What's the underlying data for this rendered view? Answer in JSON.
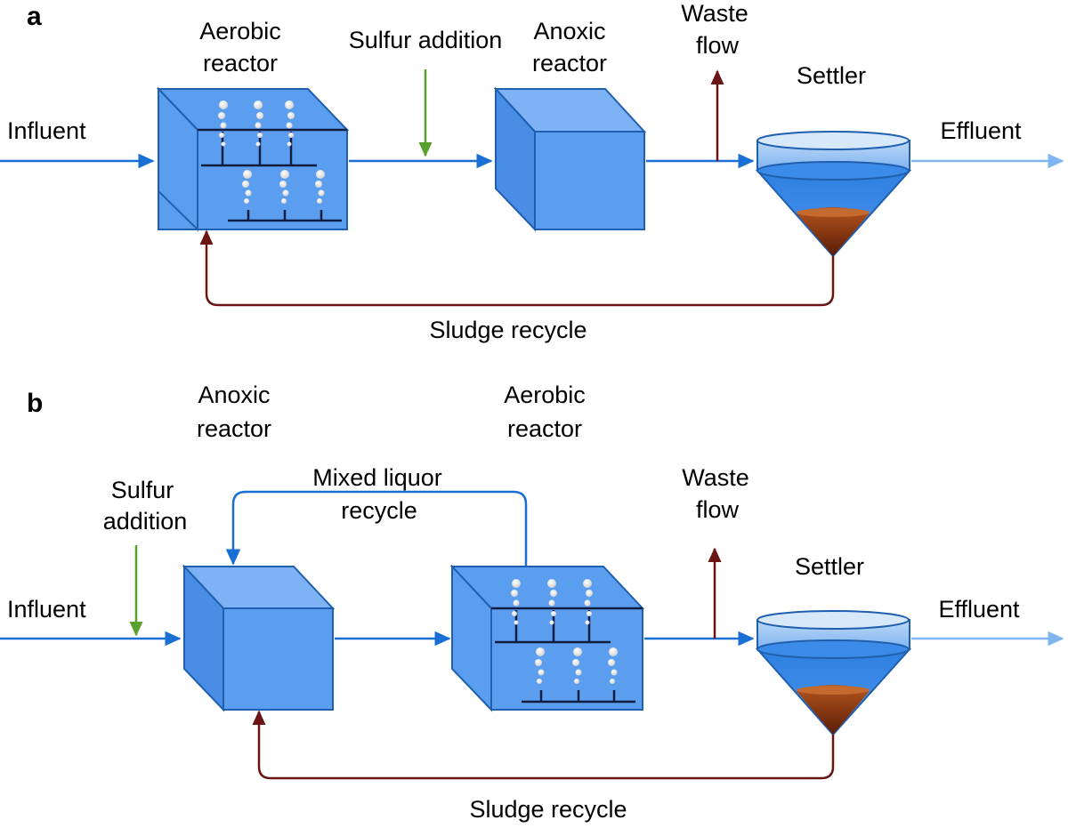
{
  "panel_a": {
    "label": "a",
    "influent": "Influent",
    "aerobic_reactor": [
      "Aerobic",
      "reactor"
    ],
    "sulfur_addition": "Sulfur addition",
    "anoxic_reactor": [
      "Anoxic",
      "reactor"
    ],
    "waste_flow": [
      "Waste",
      "flow"
    ],
    "settler": "Settler",
    "effluent": "Effluent",
    "sludge_recycle": "Sludge recycle"
  },
  "panel_b": {
    "label": "b",
    "influent": "Influent",
    "anoxic_reactor": [
      "Anoxic",
      "reactor"
    ],
    "aerobic_reactor": [
      "Aerobic",
      "reactor"
    ],
    "sulfur_addition": [
      "Sulfur",
      "addition"
    ],
    "mixed_liquor_recycle": [
      "Mixed liquor",
      "recycle"
    ],
    "waste_flow": [
      "Waste",
      "flow"
    ],
    "settler": "Settler",
    "effluent": "Effluent",
    "sludge_recycle": "Sludge recycle"
  },
  "colors": {
    "flow": "#1a6fd4",
    "effluent": "#7fb6f2",
    "sludge": "#6b1414",
    "sulfur": "#5aa02c",
    "reactor": "#5b9ef0"
  }
}
